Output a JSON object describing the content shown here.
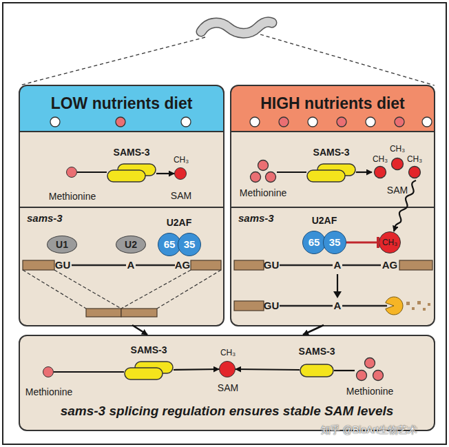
{
  "diagram": {
    "nodes": [
      {
        "text": [
          "LOW nutrients diet"
        ]
      },
      {
        "text": [
          "Methionine"
        ],
        "in": 0
      },
      {
        "text": [
          "SAMS-3"
        ],
        "in": 0
      },
      {
        "text": [
          "CH₃",
          "SAM"
        ],
        "in": 0
      },
      {
        "text": [
          "sams-3"
        ],
        "in": 0
      },
      {
        "text": [
          "U1"
        ],
        "in": 4
      },
      {
        "text": [
          "U2"
        ],
        "in": 4
      },
      {
        "text": [
          "65"
        ],
        "in": 4
      },
      {
        "text": [
          "35"
        ],
        "in": 4
      },
      {
        "text": [
          "HIGH nutrients diet"
        ]
      },
      {
        "text": [
          "Methionine"
        ],
        "in": 9
      },
      {
        "text": [
          "SAMS-3"
        ],
        "in": 9
      },
      {
        "text": [
          "CH₃",
          "CH₃",
          "CH₃",
          "SAM"
        ],
        "in": 9
      },
      {
        "text": [
          "sams-3"
        ],
        "in": 9
      },
      {
        "text": [
          "65"
        ],
        "in": 13
      },
      {
        "text": [
          "35"
        ],
        "in": 13
      },
      {
        "text": [
          "CH₃"
        ],
        "in": 13
      },
      {
        "text": [
          "sams-3 splicing regulation ensures stable SAM levels"
        ]
      },
      {
        "text": [
          "Methionine"
        ],
        "in": 17
      },
      {
        "text": [
          "SAMS-3"
        ],
        "in": 17
      },
      {
        "text": [
          "CH₃",
          "SAM"
        ],
        "in": 17
      },
      {
        "text": [
          "SAMS-3"
        ],
        "in": 17
      },
      {
        "text": [
          "Methionine"
        ],
        "in": 17
      }
    ],
    "edges": [
      {
        "from": 1,
        "to": 2,
        "arrow": "none"
      },
      {
        "from": 2,
        "to": 3,
        "arrow": "to"
      },
      {
        "from": 10,
        "to": 11,
        "arrow": "none"
      },
      {
        "from": 11,
        "to": 12,
        "arrow": "to"
      },
      {
        "from": 12,
        "to": 16,
        "arrow": "to"
      },
      {
        "from": 15,
        "to": 16,
        "arrow": "to"
      },
      {
        "from": 4,
        "to": 17,
        "arrow": "to"
      },
      {
        "from": 13,
        "to": 17,
        "arrow": "to"
      },
      {
        "from": 18,
        "to": 19,
        "arrow": "none"
      },
      {
        "from": 19,
        "to": 20,
        "arrow": "to"
      },
      {
        "from": 22,
        "to": 21,
        "arrow": "none"
      },
      {
        "from": 21,
        "to": 20,
        "arrow": "to"
      }
    ],
    "labels": [
      "U2AF",
      "GU",
      "A",
      "AG",
      "U2AF",
      "GU",
      "A",
      "AG",
      "GU",
      "A",
      "知乎 @BioArt生物艺术"
    ]
  }
}
